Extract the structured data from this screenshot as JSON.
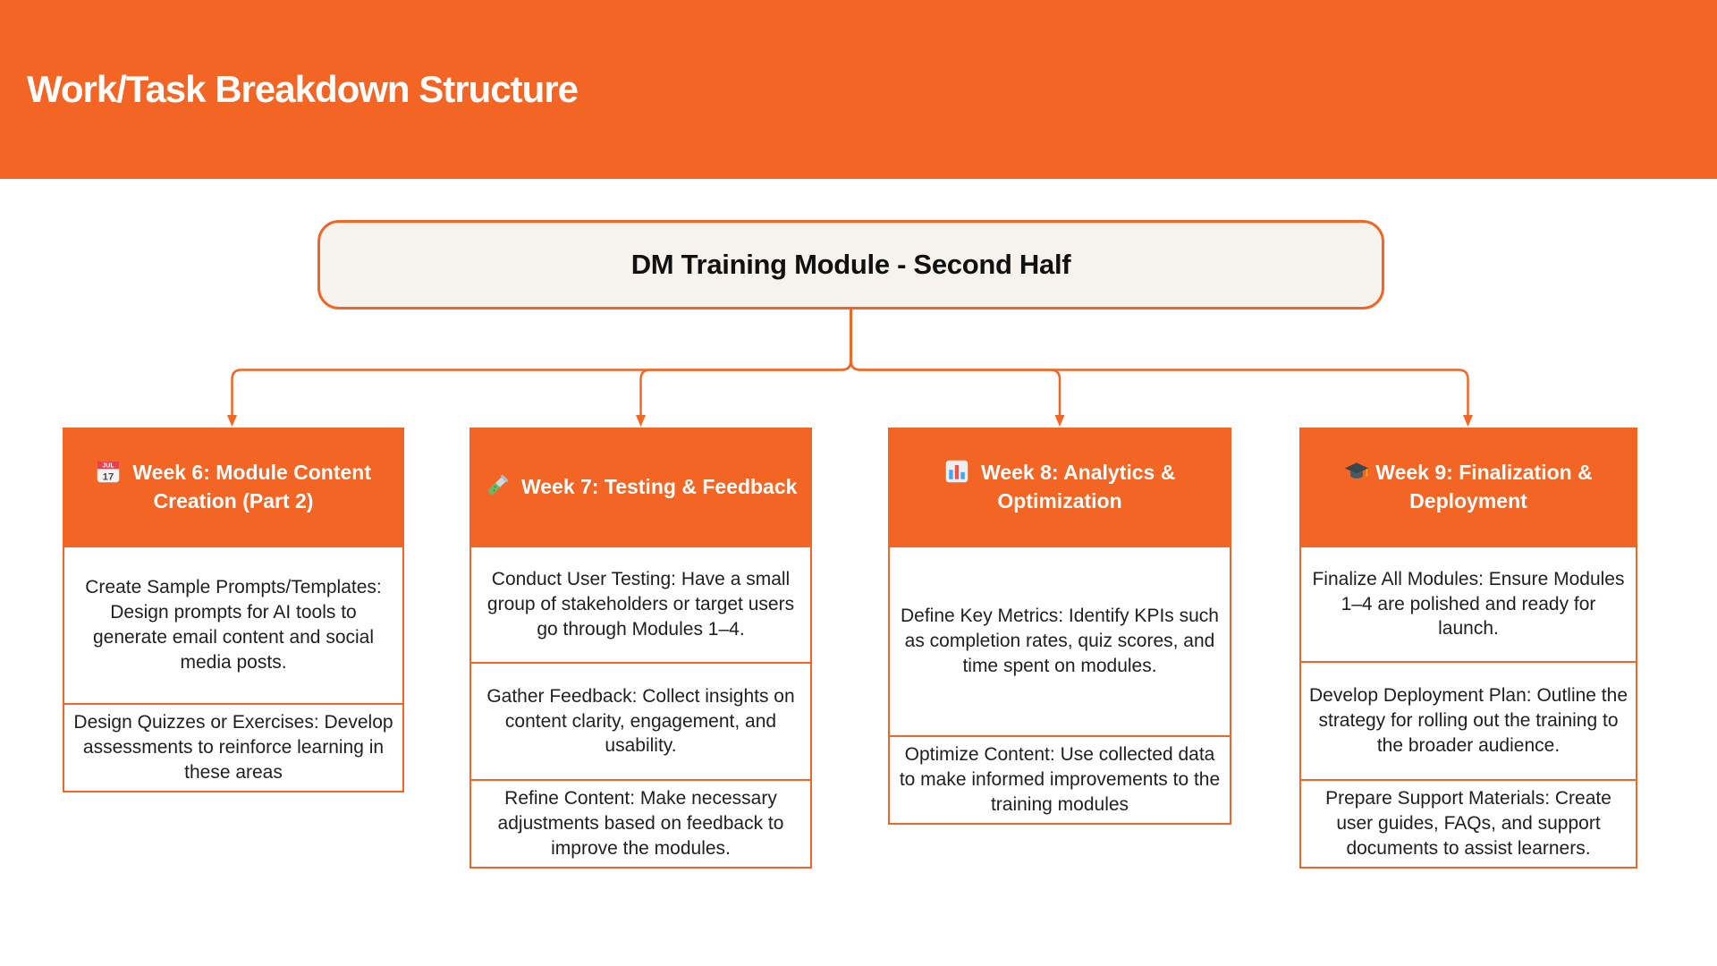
{
  "page": {
    "title": "Work/Task Breakdown Structure",
    "root_node": "DM Training Module - Second Half"
  },
  "colors": {
    "accent_orange": "#F26524",
    "root_node_background": "#F6F3EE",
    "header_text": "#FFFFFF",
    "body_text": "#1F1F1F"
  },
  "columns": [
    {
      "icon": "calendar-icon",
      "title": "Week 6: Module Content Creation (Part 2)",
      "tasks": [
        "Create Sample Prompts/Templates: Design prompts for AI tools to generate email content and social media posts.",
        "Design Quizzes or Exercises: Develop assessments to reinforce learning in these areas"
      ]
    },
    {
      "icon": "test-tube-icon",
      "title": "Week 7: Testing & Feedback",
      "tasks": [
        "Conduct User Testing: Have a small group of stakeholders or target users go through Modules 1–4.",
        "Gather Feedback: Collect insights on content clarity, engagement, and usability.",
        "Refine Content: Make necessary adjustments based on feedback to improve the modules."
      ]
    },
    {
      "icon": "bar-chart-icon",
      "title": "Week 8: Analytics & Optimization",
      "tasks": [
        "Define Key Metrics: Identify KPIs such as completion rates, quiz scores, and time spent on modules.",
        "Optimize Content: Use collected data to make informed improvements to the training modules"
      ]
    },
    {
      "icon": "graduation-cap-icon",
      "title": "Week 9: Finalization & Deployment",
      "tasks": [
        "Finalize All Modules: Ensure Modules 1–4 are polished and ready for launch.",
        "Develop Deployment Plan: Outline the strategy for rolling out the training to the broader audience.",
        "Prepare Support Materials: Create user guides, FAQs, and support documents to assist learners."
      ]
    }
  ]
}
